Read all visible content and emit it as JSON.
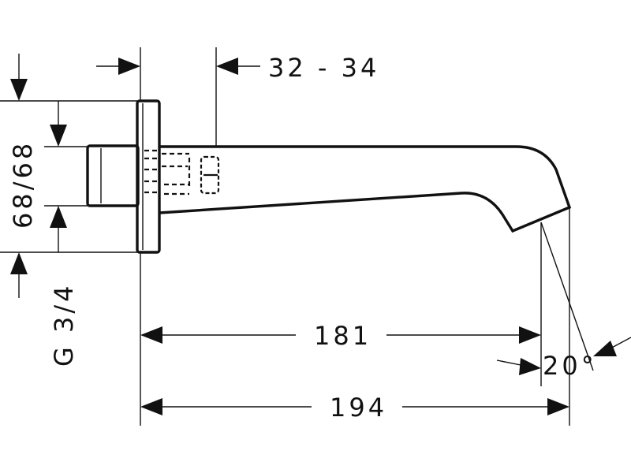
{
  "dimensions": {
    "wall_range": "32 - 34",
    "flange_heights": "68/68",
    "thread": "G 3/4",
    "outlet_length": "181",
    "total_length": "194",
    "spout_angle": "20°"
  },
  "colors": {
    "line": "#111111",
    "background": "#ffffff"
  }
}
